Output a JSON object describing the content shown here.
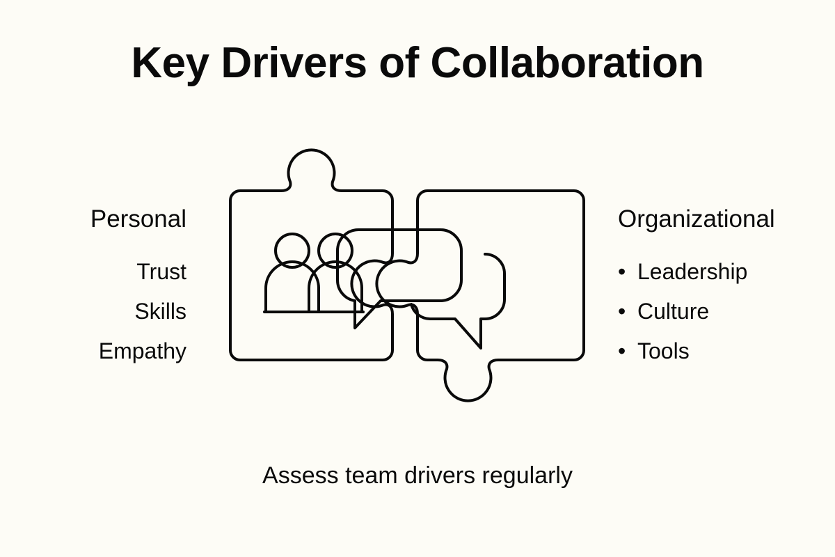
{
  "slide": {
    "title": "Key Drivers of Collaboration",
    "caption": "Assess team drivers regularly",
    "background_color": "#FDFCF6",
    "ink_color": "#0A0A0A"
  },
  "left_column": {
    "heading": "Personal",
    "items": [
      {
        "label": "Trust"
      },
      {
        "label": "Skills"
      },
      {
        "label": "Empathy"
      }
    ]
  },
  "right_column": {
    "heading": "Organizational",
    "bullet_glyph": "•",
    "items": [
      {
        "label": "Leadership"
      },
      {
        "label": "Culture"
      },
      {
        "label": "Tools"
      }
    ]
  },
  "artwork": {
    "name": "interlocking-puzzle-pieces",
    "left_piece": {
      "name": "puzzle-piece-personal",
      "icon": "two-people-icon",
      "tab_position": "top",
      "socket_position": "right"
    },
    "right_piece": {
      "name": "puzzle-piece-organizational",
      "icon": "speech-bubbles-icon",
      "tab_position": "left",
      "second_tab_position": "bottom"
    },
    "stroke_color": "#0A0A0A",
    "stroke_width": 4
  }
}
